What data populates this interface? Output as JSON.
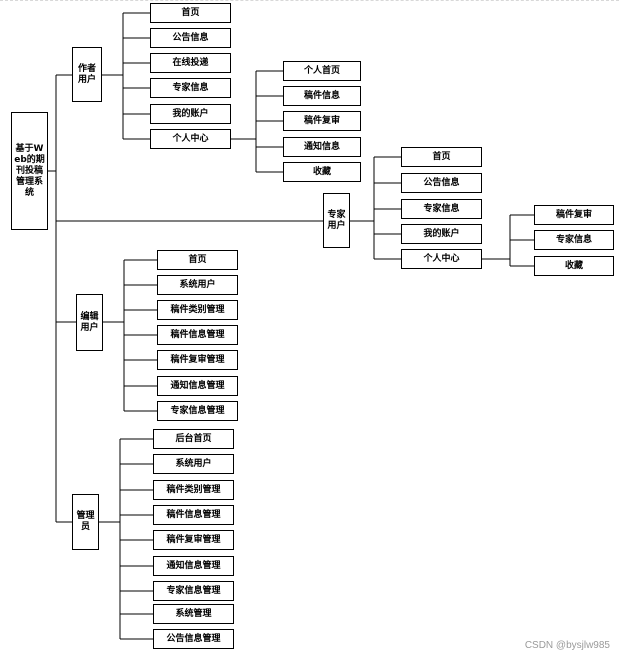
{
  "root": {
    "label": "基于Web的期刊投稿管理系统"
  },
  "author": {
    "label": "作者用户",
    "items": [
      "首页",
      "公告信息",
      "在线投递",
      "专家信息",
      "我的账户",
      "个人中心"
    ],
    "personal_center": [
      "个人首页",
      "稿件信息",
      "稿件复审",
      "通知信息",
      "收藏"
    ]
  },
  "expert": {
    "label": "专家用户",
    "items": [
      "首页",
      "公告信息",
      "专家信息",
      "我的账户",
      "个人中心"
    ],
    "personal_center": [
      "稿件复审",
      "专家信息",
      "收藏"
    ]
  },
  "editor": {
    "label": "编辑用户",
    "items": [
      "首页",
      "系统用户",
      "稿件类别管理",
      "稿件信息管理",
      "稿件复审管理",
      "通知信息管理",
      "专家信息管理"
    ]
  },
  "admin": {
    "label": "管理员",
    "items": [
      "后台首页",
      "系统用户",
      "稿件类别管理",
      "稿件信息管理",
      "稿件复审管理",
      "通知信息管理",
      "专家信息管理",
      "系统管理",
      "公告信息管理"
    ]
  },
  "watermark": "CSDN @bysjlw985"
}
